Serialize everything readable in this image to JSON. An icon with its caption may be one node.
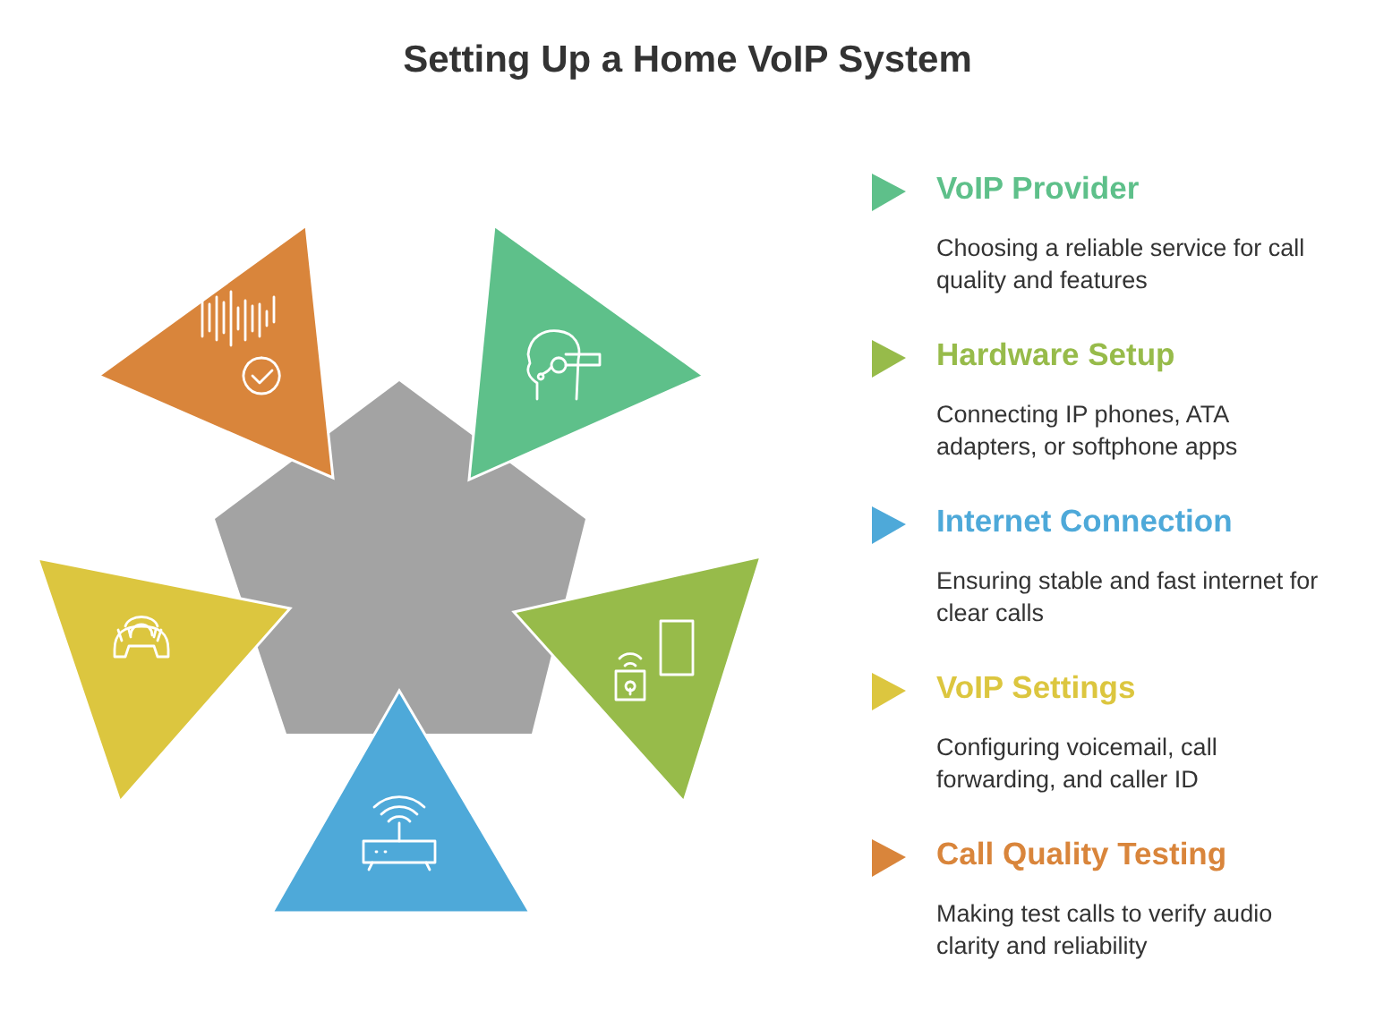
{
  "diagram": {
    "title": "Setting Up a Home VoIP System",
    "labels": [
      "VoIP Provider",
      "Choosing a reliable service for call quality and features",
      "Hardware Setup",
      "Connecting IP phones, ATA adapters, or softphone apps",
      "Internet Connection",
      "Ensuring stable and fast internet for clear calls",
      "VoIP Settings",
      "Configuring voicemail, call forwarding, and caller ID",
      "Call Quality Testing",
      "Making test calls to verify audio clarity and reliability"
    ]
  }
}
